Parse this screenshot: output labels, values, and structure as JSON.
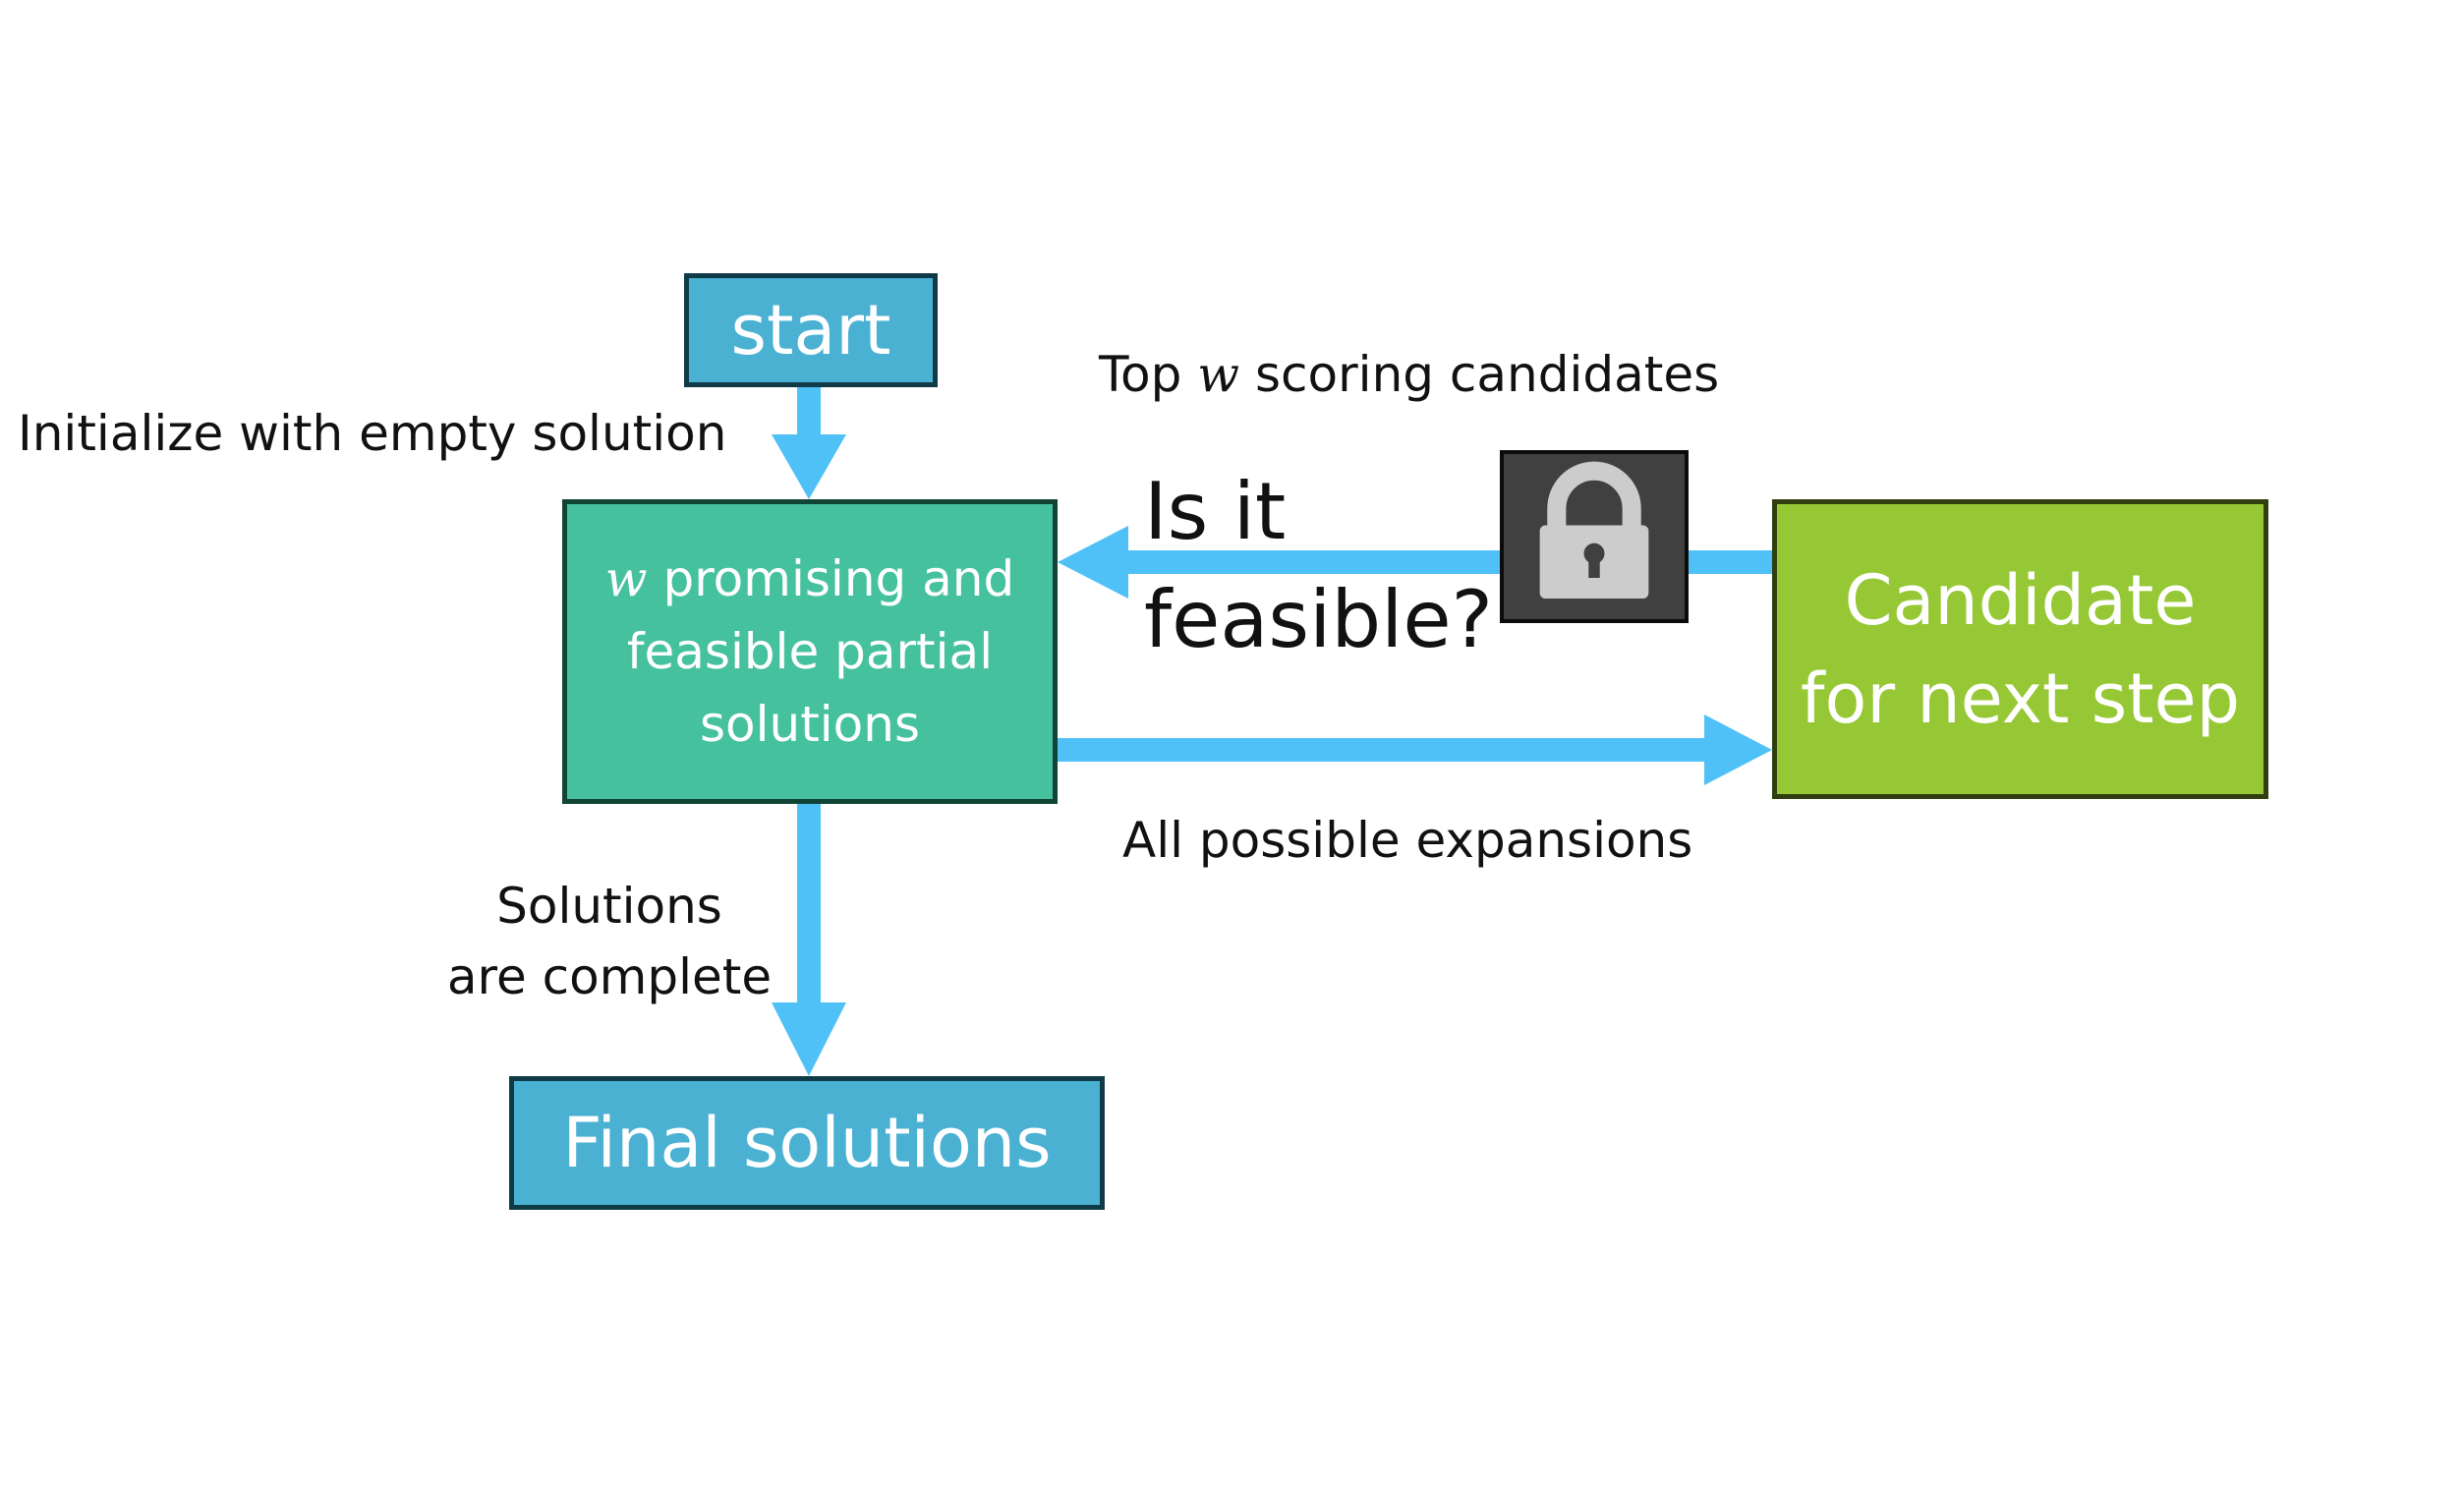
{
  "nodes": {
    "start": "start",
    "partial_var": "w",
    "partial_text": " promising and feasible partial solutions",
    "final": "Final solutions",
    "candidate_line1": "Candidate",
    "candidate_line2": "for next step"
  },
  "edges": {
    "init": "Initialize with empty solution",
    "top_prefix": "Top ",
    "top_var": "w",
    "top_suffix": " scoring candidates",
    "feasible_line1": "Is it",
    "feasible_line2": "feasible?",
    "expansions": "All possible expansions",
    "complete_line1": "Solutions",
    "complete_line2": "are complete"
  },
  "icons": {
    "lock": "lock-icon"
  },
  "colors": {
    "arrow": "#4fc1f7",
    "start_box": "#4ab1d3",
    "partial_box": "#46c19e",
    "candidate_box": "#95c834",
    "final_box": "#4ab1d3",
    "lock_background": "#404040",
    "lock_glyph": "#cccccc"
  }
}
